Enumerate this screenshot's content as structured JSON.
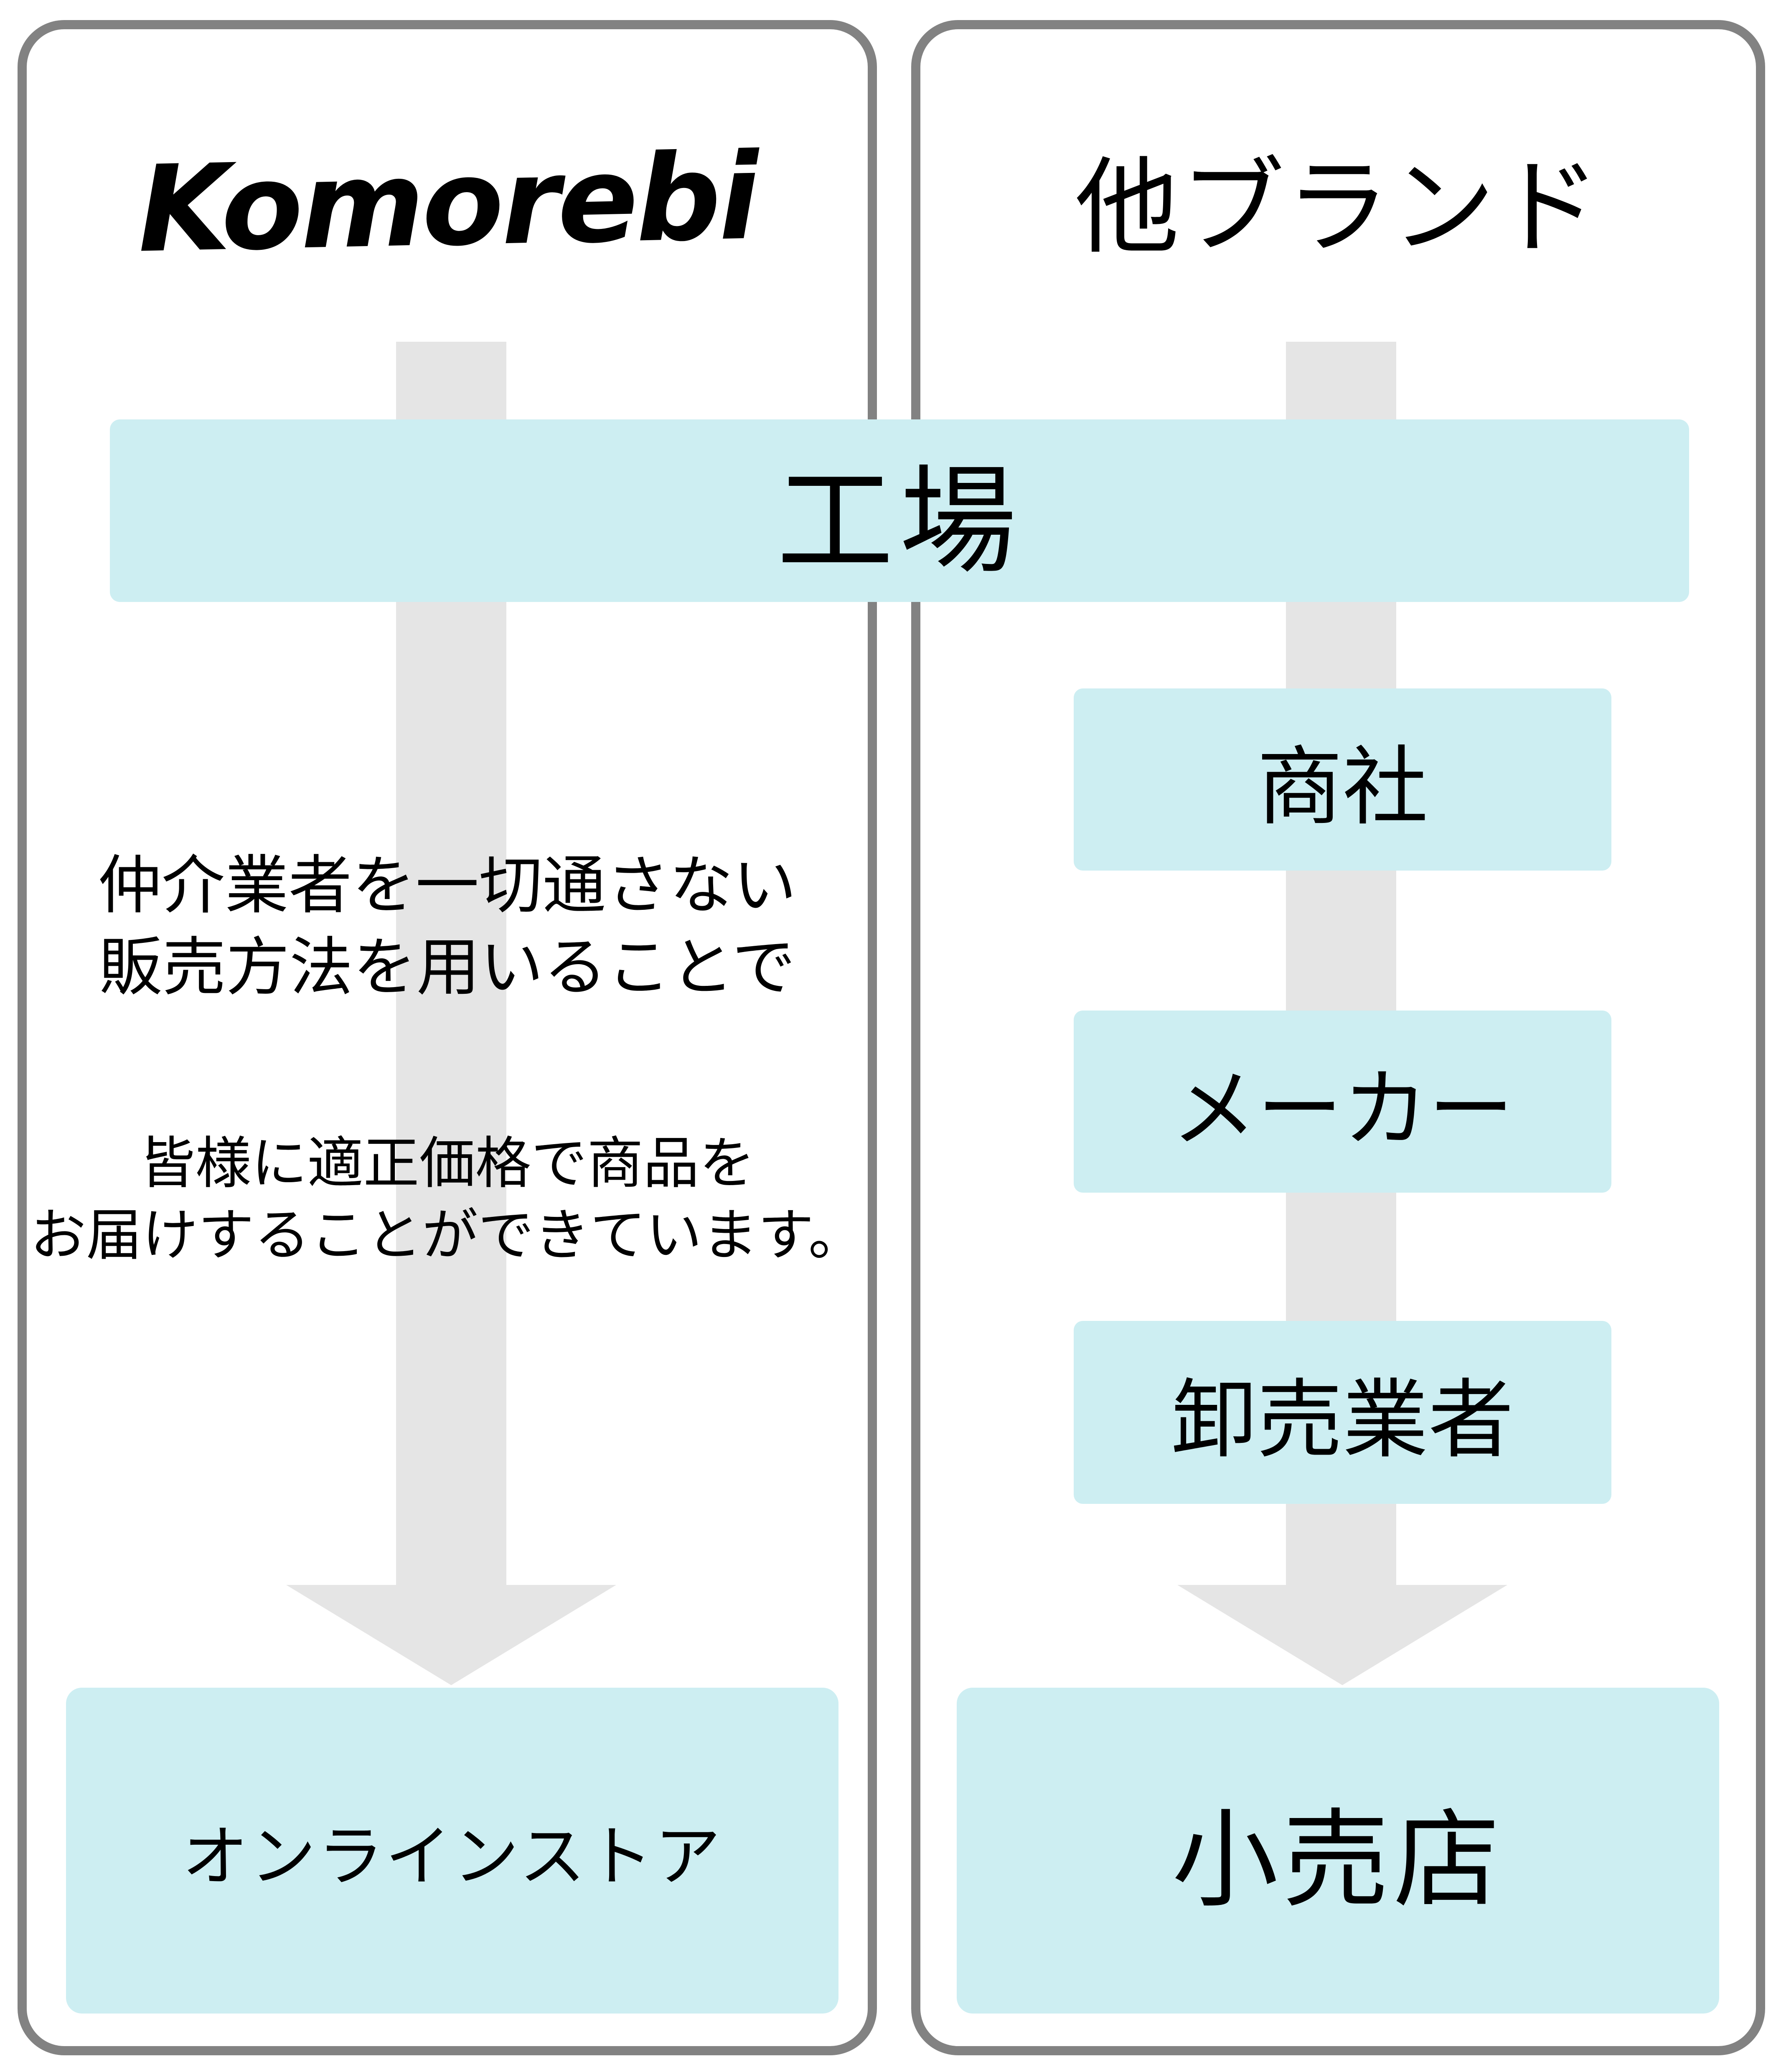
{
  "diagram": {
    "left_panel": {
      "title": "Komorebi",
      "description_block_1": [
        "仲介業者を一切通さない",
        "販売方法を用いることで"
      ],
      "description_block_2": [
        "皆様に適正価格で商品を",
        "お届けすることができています。"
      ],
      "destination_label": "オンラインストア"
    },
    "right_panel": {
      "title": "他ブランド",
      "steps": [
        "商社",
        "メーカー",
        "卸売業者"
      ],
      "destination_label": "小売店"
    },
    "shared_source_label": "工場"
  },
  "colors": {
    "box_fill": "#cdeef2",
    "arrow_fill": "#e5e5e5",
    "panel_border": "#828282",
    "text": "#000000",
    "background": "#ffffff"
  }
}
